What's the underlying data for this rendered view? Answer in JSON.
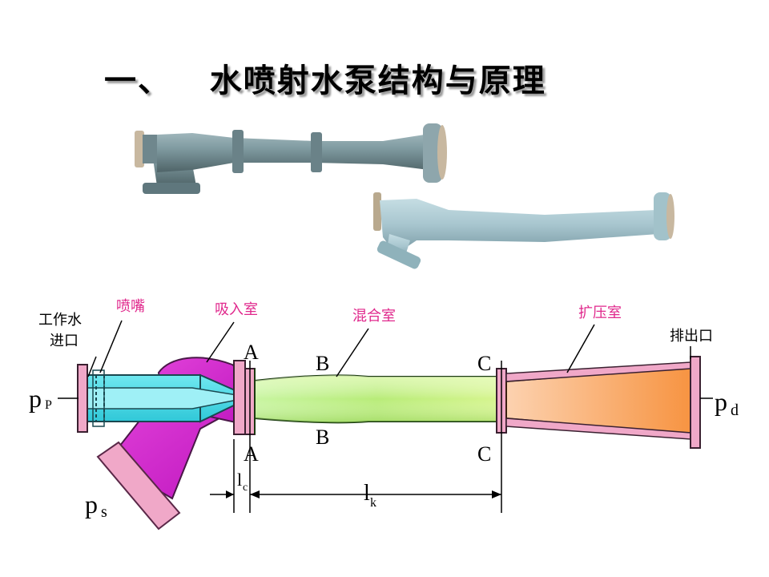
{
  "title": "一、   水喷射水泵结构与原理",
  "labels": {
    "working_water_line1": "工作水",
    "working_water_line2": "进口",
    "nozzle": "喷嘴",
    "suction_chamber": "吸入室",
    "mixing_chamber": "混合室",
    "diffuser": "扩压室",
    "outlet": "排出口",
    "A": "A",
    "B": "B",
    "C": "C",
    "pp_main": "p",
    "pp_sub": "P",
    "pd_main": "p",
    "pd_sub": "d",
    "ps_main": "p",
    "ps_sub": "s",
    "lc_main": "l",
    "lc_sub": "c",
    "lk_main": "l",
    "lk_sub": "k"
  },
  "colors": {
    "pink_label": "#e0288c",
    "nozzle_cyan": "#40d8e0",
    "suction_magenta": "#d020c8",
    "mixing_green": "#b8f070",
    "diffuser_orange": "#f8a050",
    "flange_pink": "#f0a8c8",
    "pump_gray_blue": "#7f9aa0"
  }
}
